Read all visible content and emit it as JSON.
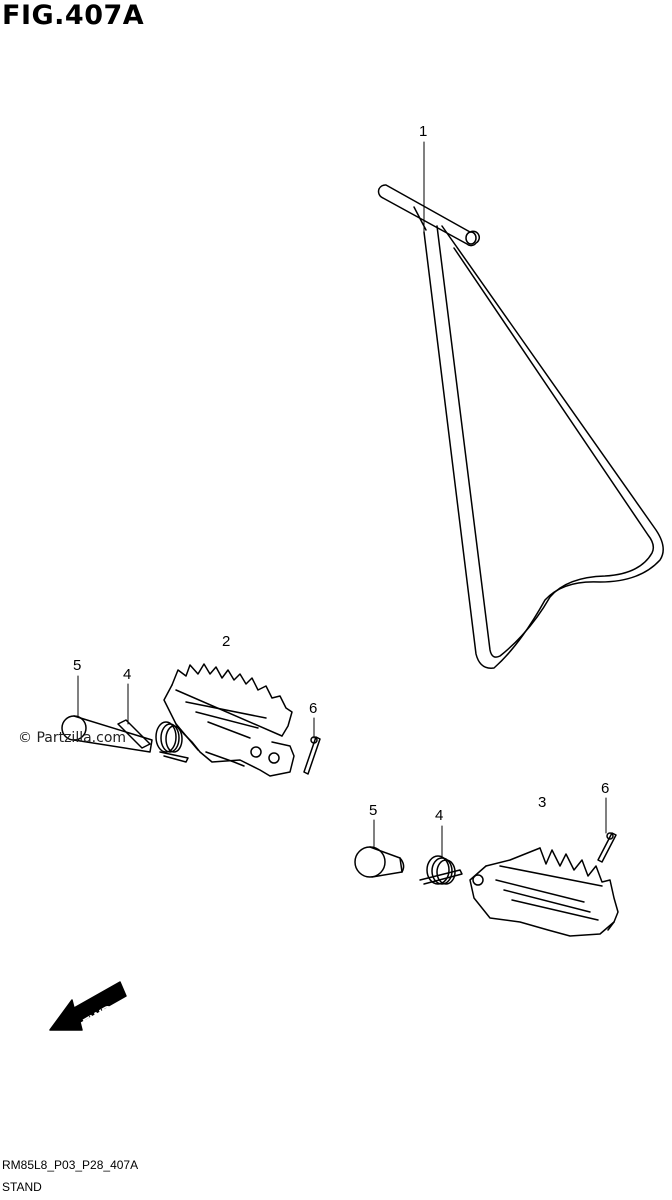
{
  "figure": {
    "title": "FIG.407A",
    "footer_code": "RM85L8_P03_P28_407A",
    "footer_name": "STAND",
    "watermark": "© Partzilla.com"
  },
  "callouts": [
    {
      "id": "c1",
      "label": "1"
    },
    {
      "id": "c2",
      "label": "2"
    },
    {
      "id": "c3",
      "label": "3"
    },
    {
      "id": "c4a",
      "label": "4"
    },
    {
      "id": "c4b",
      "label": "4"
    },
    {
      "id": "c5a",
      "label": "5"
    },
    {
      "id": "c5b",
      "label": "5"
    },
    {
      "id": "c6a",
      "label": "6"
    },
    {
      "id": "c6b",
      "label": "6"
    }
  ],
  "fwd_arrow": {
    "label": "FWD"
  }
}
